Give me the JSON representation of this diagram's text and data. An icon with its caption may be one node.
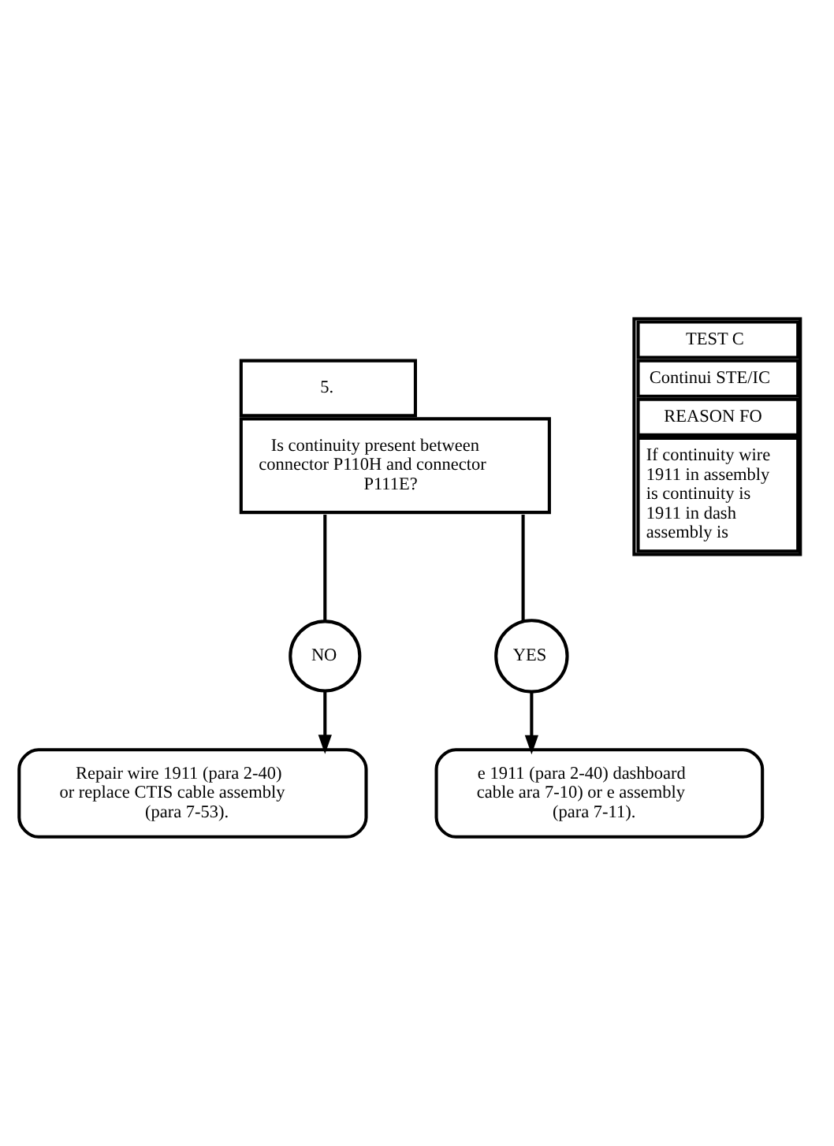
{
  "diagram": {
    "nodes": [
      {
        "text": [
          "5.",
          "Is continuity present between connector P110H and connector P111E?"
        ]
      },
      {
        "text": [
          "NO"
        ]
      },
      {
        "text": [
          "Repair wire 1911 (para 2-40) or replace CTIS cable assembly (para 7-53)."
        ]
      },
      {
        "text": [
          "YES"
        ]
      },
      {
        "text": [
          "e 1911 (para 2-40) dashboard cable ara 7-10) or e assembly (para 7-11)."
        ]
      }
    ],
    "edges": [
      {
        "from": 0,
        "to": 1,
        "arrow": "none"
      },
      {
        "from": 1,
        "to": 2,
        "arrow": "to"
      },
      {
        "from": 0,
        "to": 3,
        "arrow": "none"
      },
      {
        "from": 3,
        "to": 4,
        "arrow": "to"
      }
    ],
    "labels": [
      "TEST C",
      "Continui STE/IC",
      "REASON FO",
      "If continuity wire 1911 in assembly is continuity is 1911 in dash assembly is"
    ]
  }
}
